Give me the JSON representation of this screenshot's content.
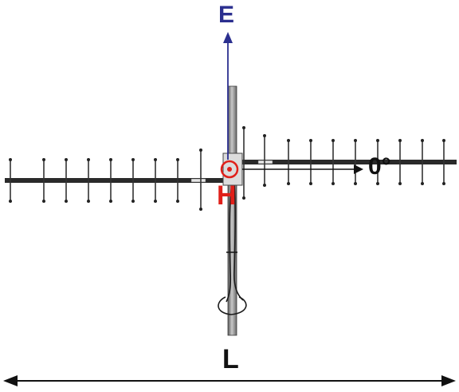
{
  "labels": {
    "e_field": "E",
    "h_field": "H",
    "angle": "0°",
    "length": "L"
  },
  "colors": {
    "e_arrow": "#2b2f8f",
    "h_marker": "#e0201a",
    "boom": "#2a2a2a",
    "element": "#333333",
    "mast": "#7a7a7a",
    "arrow": "#111111"
  }
}
